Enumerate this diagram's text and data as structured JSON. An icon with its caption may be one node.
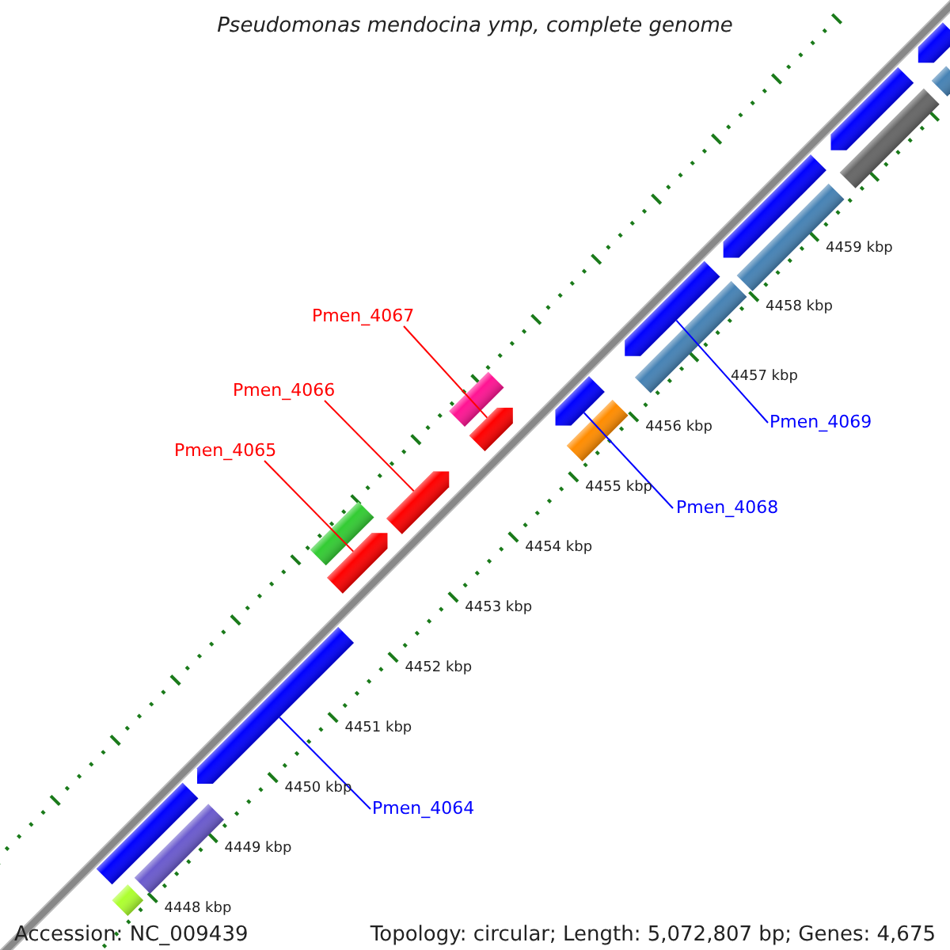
{
  "diagram": {
    "title": "Pseudomonas mendocina ymp, complete genome",
    "nodes": [
      {
        "text": [
          "Pmen_4067"
        ]
      },
      {
        "text": [
          "Pmen_4066"
        ]
      },
      {
        "text": [
          "Pmen_4065"
        ]
      },
      {
        "text": [
          "Pmen_4069"
        ]
      },
      {
        "text": [
          "Pmen_4068"
        ]
      },
      {
        "text": [
          "Pmen_4064"
        ]
      },
      {
        "text": [],
        "shape": "bar"
      },
      {
        "text": [],
        "shape": "bar"
      },
      {
        "text": [],
        "shape": "bar"
      },
      {
        "text": [],
        "shape": "bar"
      },
      {
        "text": [],
        "shape": "bar"
      },
      {
        "text": [],
        "shape": "bar"
      },
      {
        "text": [],
        "shape": "bar"
      },
      {
        "text": [],
        "shape": "bar"
      },
      {
        "text": [],
        "shape": "bar"
      },
      {
        "text": [],
        "shape": "bar"
      },
      {
        "text": [],
        "shape": "bar"
      },
      {
        "text": [],
        "shape": "bar"
      },
      {
        "text": [],
        "shape": "bar"
      },
      {
        "text": [],
        "shape": "bar"
      },
      {
        "text": [],
        "shape": "bar"
      },
      {
        "text": [],
        "shape": "bar"
      },
      {
        "text": [],
        "shape": "bar"
      },
      {
        "text": [],
        "shape": "bar"
      },
      {
        "text": [],
        "shape": "bar"
      }
    ],
    "edges": [
      {
        "from": 0,
        "to": 13,
        "arrow": "none"
      },
      {
        "from": 1,
        "to": 12,
        "arrow": "none"
      },
      {
        "from": 2,
        "to": 10,
        "arrow": "none"
      },
      {
        "from": 3,
        "to": 18,
        "arrow": "none",
        "color": "#0000ff"
      },
      {
        "from": 4,
        "to": 16,
        "arrow": "none",
        "color": "#0000ff"
      },
      {
        "from": 5,
        "to": 9,
        "arrow": "none",
        "color": "#0000ff"
      }
    ],
    "labels": [
      "4459 kbp",
      "4458 kbp",
      "4457 kbp",
      "4456 kbp",
      "4455 kbp",
      "4454 kbp",
      "4453 kbp",
      "4452 kbp",
      "4451 kbp",
      "4450 kbp",
      "4449 kbp",
      "4448 kbp",
      "Accession: NC_009439",
      "Topology: circular; Length: 5,072,807 bp; Genes: 4,675"
    ]
  }
}
